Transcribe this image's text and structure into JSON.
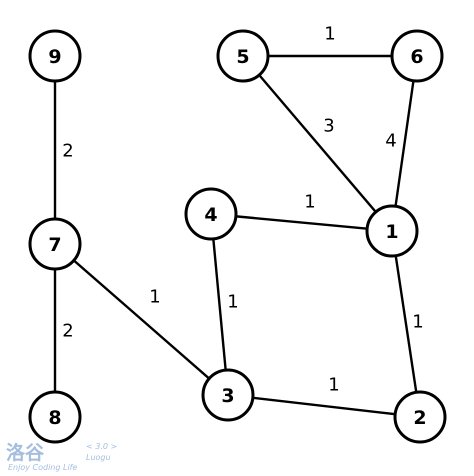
{
  "diagram": {
    "nodes": [
      {
        "id": "9",
        "label": "9"
      },
      {
        "id": "7",
        "label": "7"
      },
      {
        "id": "8",
        "label": "8"
      },
      {
        "id": "5",
        "label": "5"
      },
      {
        "id": "6",
        "label": "6"
      },
      {
        "id": "4",
        "label": "4"
      },
      {
        "id": "1",
        "label": "1"
      },
      {
        "id": "3",
        "label": "3"
      },
      {
        "id": "2",
        "label": "2"
      }
    ],
    "edges": [
      {
        "from": "9",
        "to": "7",
        "weight": "2"
      },
      {
        "from": "7",
        "to": "8",
        "weight": "2"
      },
      {
        "from": "7",
        "to": "3",
        "weight": "1"
      },
      {
        "from": "5",
        "to": "6",
        "weight": "1"
      },
      {
        "from": "5",
        "to": "1",
        "weight": "3"
      },
      {
        "from": "6",
        "to": "1",
        "weight": "4"
      },
      {
        "from": "4",
        "to": "1",
        "weight": "1"
      },
      {
        "from": "4",
        "to": "3",
        "weight": "1"
      },
      {
        "from": "1",
        "to": "2",
        "weight": "1"
      },
      {
        "from": "3",
        "to": "2",
        "weight": "1"
      }
    ]
  },
  "watermark": {
    "logo_text": "洛谷",
    "version": "< 3.0 >",
    "brand": "Luogu",
    "tagline": "Enjoy Coding Life",
    "color": "#5a8ac6"
  }
}
